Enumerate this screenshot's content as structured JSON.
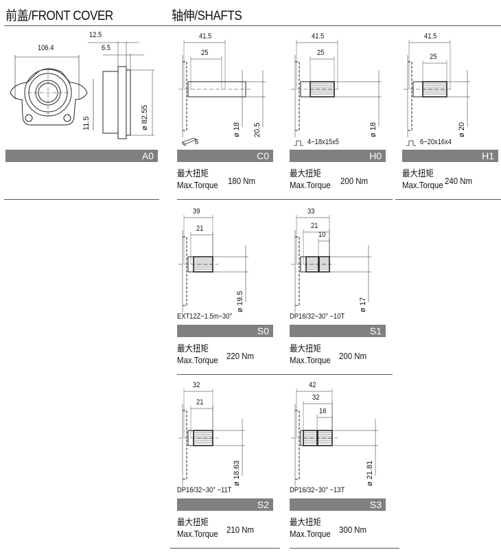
{
  "front_cover": {
    "title": "前盖/FRONT COVER",
    "code": "A0",
    "dims": {
      "width": "106.4",
      "offset_a": "12.5",
      "offset_b": "6.5",
      "diameter": "ø 82.55",
      "height": "11.5"
    }
  },
  "shafts": {
    "title": "轴伸/SHAFTS",
    "torque_label_cn": "最大扭矩",
    "torque_label_en": "Max.Torque",
    "items": [
      {
        "code": "C0",
        "dims": [
          "41.5",
          "25"
        ],
        "vdims": [
          "ø 18",
          "20.5"
        ],
        "spec": "6",
        "spec_icon": "key-icon",
        "torque": "180 Nm"
      },
      {
        "code": "H0",
        "dims": [
          "41.5",
          "25"
        ],
        "vdims": [
          "ø 18"
        ],
        "spec": "4−18x15x5",
        "spec_icon": "spline-profile-icon",
        "torque": "200 Nm"
      },
      {
        "code": "H1",
        "dims": [
          "41.5",
          "25"
        ],
        "vdims": [
          "ø 20"
        ],
        "spec": "6−20x16x4",
        "spec_icon": "spline-profile-icon",
        "torque": "240 Nm"
      },
      {
        "code": "S0",
        "dims": [
          "39",
          "21"
        ],
        "vdims": [
          "ø 19.5"
        ],
        "spec": "EXT12Z−1.5m−30°",
        "torque": "220 Nm"
      },
      {
        "code": "S1",
        "dims": [
          "33",
          "21",
          "10"
        ],
        "vdims": [
          "ø 17"
        ],
        "spec": "DP16/32−30°  −10T",
        "torque": "200 Nm"
      },
      {
        "code": "S2",
        "dims": [
          "32",
          "21"
        ],
        "vdims": [
          "ø 18.63"
        ],
        "spec": "DP16/32−30°  −11T",
        "torque": "210 Nm"
      },
      {
        "code": "S3",
        "dims": [
          "42",
          "32",
          "16"
        ],
        "vdims": [
          "ø 21.81"
        ],
        "spec": "DP16/32−30°  −13T",
        "torque": "300 Nm"
      }
    ]
  }
}
